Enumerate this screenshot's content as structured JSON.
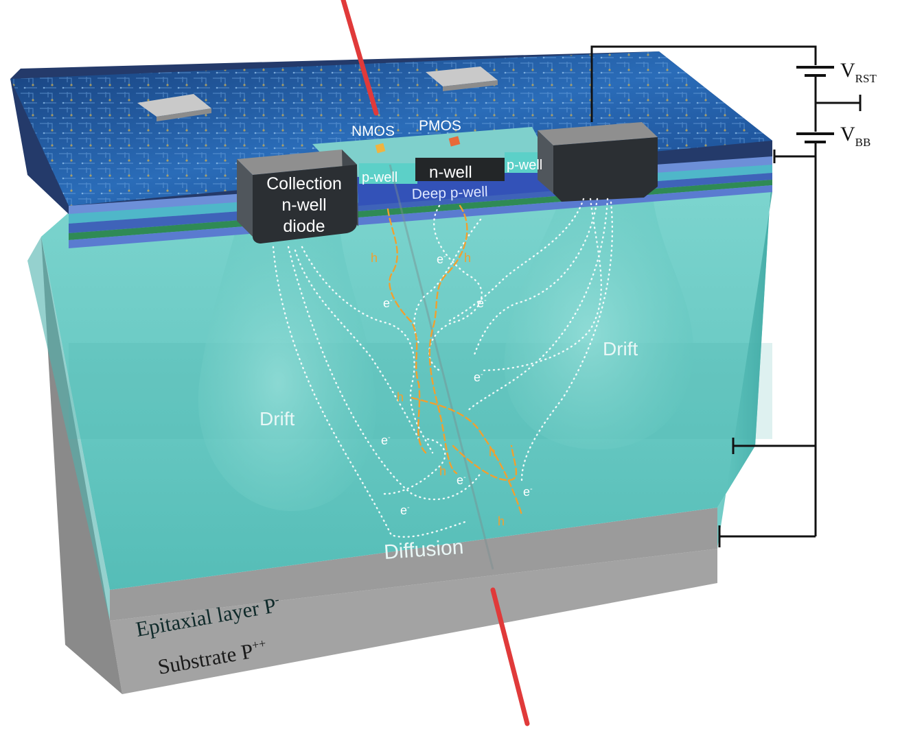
{
  "labels": {
    "nmos": "NMOS",
    "pmos": "PMOS",
    "p_well_left": "p-well",
    "n_well": "n-well",
    "p_well_right": "p-well",
    "deep_p_well": "Deep p-well",
    "collection_line1": "Collection",
    "collection_line2": "n-well",
    "collection_line3": "diode",
    "drift_left": "Drift",
    "drift_right": "Drift",
    "diffusion": "Diffusion",
    "epitaxial_text": "Epitaxial layer P",
    "epitaxial_sup": "-",
    "substrate_text": "Substrate P",
    "substrate_sup": "++",
    "v_rst_main": "V",
    "v_rst_sub": "RST",
    "v_bb_main": "V",
    "v_bb_sub": "BB",
    "electron": "e",
    "electron_sup": "-",
    "hole": "h"
  },
  "colors": {
    "epitaxial": "#5cc6c0",
    "substrate": "#9a9a9a",
    "chip_surface": "#1e5fa8",
    "pad": "#2b2f33",
    "particle_track": "#e03a3a",
    "hole_path": "#f0a030",
    "electron_path": "#ffffff",
    "circuit_wire": "#111111"
  }
}
